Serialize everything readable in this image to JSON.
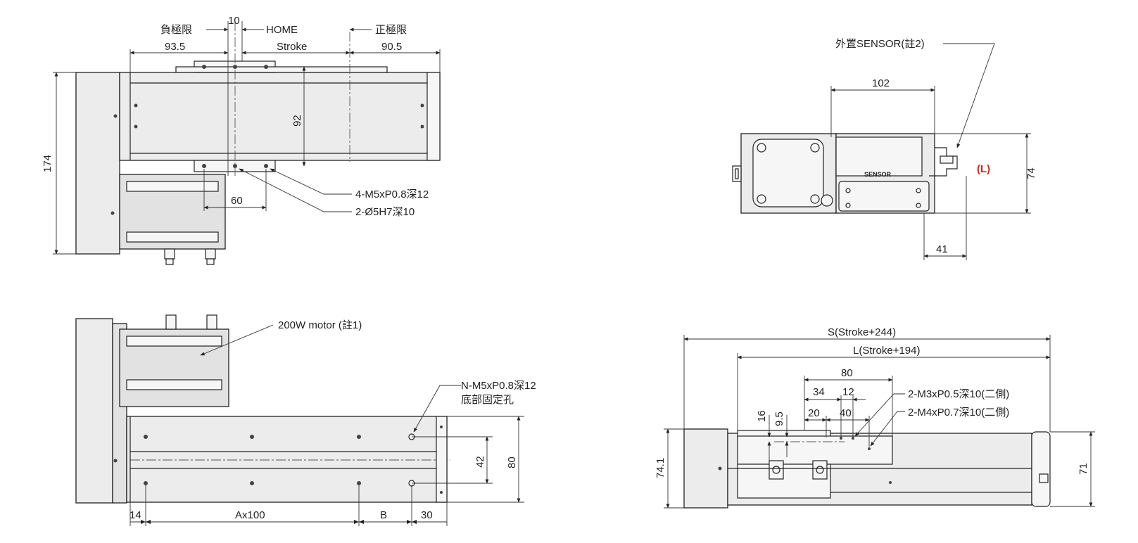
{
  "top_view": {
    "neg_limit": "負極限",
    "dim_10": "10",
    "home": "HOME",
    "pos_limit": "正極限",
    "dim_93_5": "93.5",
    "stroke": "Stroke",
    "dim_90_5": "90.5",
    "dim_174": "174",
    "dim_92": "92",
    "dim_60": "60",
    "callout_m5": "4-M5xP0.8深12",
    "callout_pin": "2-Ø5H7深10"
  },
  "end_view": {
    "sensor_callout": "外置SENSOR(註2)",
    "dim_102": "102",
    "dim_74": "74",
    "dim_41": "41",
    "length_marker": "(L)",
    "sensor_label": "SENSOR"
  },
  "front_view": {
    "motor_callout": "200W motor (註1)",
    "mount_callout_1": "N-M5xP0.8深12",
    "mount_callout_2": "底部固定孔",
    "dim_42": "42",
    "dim_80": "80",
    "dim_14": "14",
    "dim_a100": "Ax100",
    "dim_b": "B",
    "dim_30": "30"
  },
  "side_view": {
    "dim_s": "S(Stroke+244)",
    "dim_l": "L(Stroke+194)",
    "dim_80": "80",
    "dim_34": "34",
    "dim_12": "12",
    "dim_20": "20",
    "dim_40": "40",
    "dim_16": "16",
    "dim_9_5": "9.5",
    "callout_m3": "2-M3xP0.5深10(二側)",
    "callout_m4": "2-M4xP0.7深10(二側)",
    "dim_74_1": "74.1",
    "dim_71": "71"
  }
}
